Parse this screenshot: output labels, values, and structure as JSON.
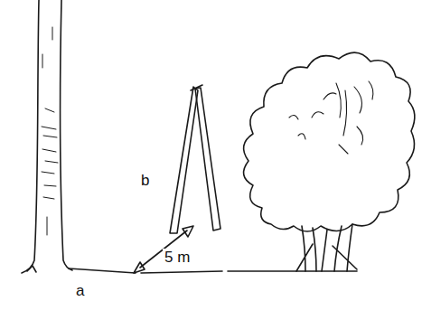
{
  "diagram": {
    "labels": [
      "b",
      "5 m",
      "a"
    ]
  }
}
